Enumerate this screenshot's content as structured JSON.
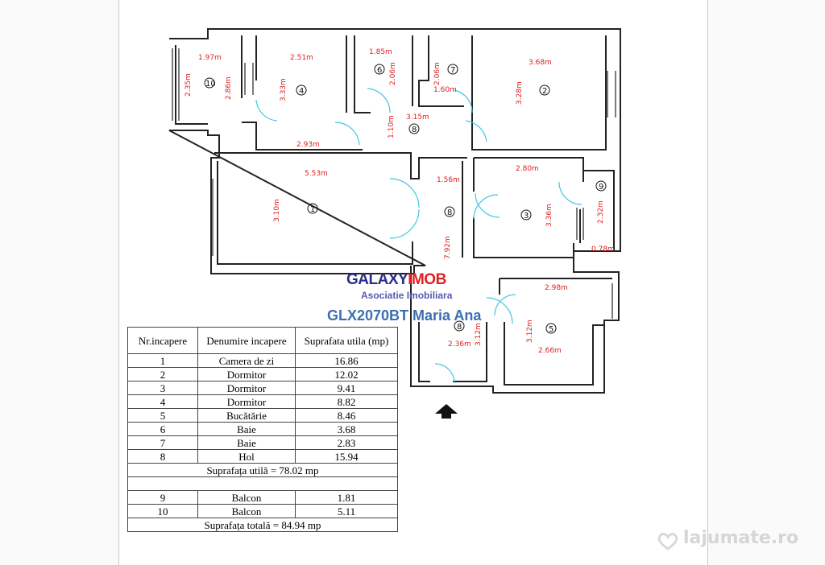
{
  "plan": {
    "rooms": [
      {
        "n": "10",
        "dims": [
          "1.97m",
          "2.35m",
          "2.86m"
        ]
      },
      {
        "n": "4",
        "dims": [
          "2.51m",
          "3.33m",
          "2.93m"
        ]
      },
      {
        "n": "6",
        "dims": [
          "1.85m",
          "2.06m"
        ]
      },
      {
        "n": "7",
        "dims": [
          "2.06m",
          "1.60m"
        ]
      },
      {
        "n": "2",
        "dims": [
          "3.68m",
          "3.28m"
        ]
      },
      {
        "n": "8",
        "dims": [
          "3.15m",
          "1.10m",
          "1.56m",
          "7.92m",
          "2.36m",
          "3.12m"
        ]
      },
      {
        "n": "1",
        "dims": [
          "5.53m",
          "3.10m"
        ]
      },
      {
        "n": "3",
        "dims": [
          "2.80m",
          "3.36m"
        ]
      },
      {
        "n": "9",
        "dims": [
          "2.32m",
          "0.78m"
        ]
      },
      {
        "n": "5",
        "dims": [
          "2.98m",
          "3.12m",
          "2.66m"
        ]
      }
    ]
  },
  "brand": {
    "name_a": "GALAXY",
    "name_b": "IMOB",
    "subtitle": "Asociatie Imobiliara"
  },
  "listing_label": "GLX2070BT Maria Ana",
  "table": {
    "headers": [
      "Nr.incapere",
      "Denumire incapere",
      "Suprafata utila (mp)"
    ],
    "rows": [
      [
        "1",
        "Camera de zi",
        "16.86"
      ],
      [
        "2",
        "Dormitor",
        "12.02"
      ],
      [
        "3",
        "Dormitor",
        "9.41"
      ],
      [
        "4",
        "Dormitor",
        "8.82"
      ],
      [
        "5",
        "Bucătărie",
        "8.46"
      ],
      [
        "6",
        "Baie",
        "3.68"
      ],
      [
        "7",
        "Baie",
        "2.83"
      ],
      [
        "8",
        "Hol",
        "15.94"
      ]
    ],
    "total_util": "Suprafața utilă  = 78.02 mp",
    "balcony_rows": [
      [
        "9",
        "Balcon",
        "1.81"
      ],
      [
        "10",
        "Balcon",
        "5.11"
      ]
    ],
    "total": "Suprafața totală  = 84.94 mp"
  },
  "watermark": "lajumate.ro",
  "colors": {
    "dimension": "#e02020",
    "wall": "#222222",
    "door": "#40c8e0",
    "brand_blue": "#2d2d8a",
    "brand_red": "#e02020",
    "listing": "#3b6fb0"
  }
}
